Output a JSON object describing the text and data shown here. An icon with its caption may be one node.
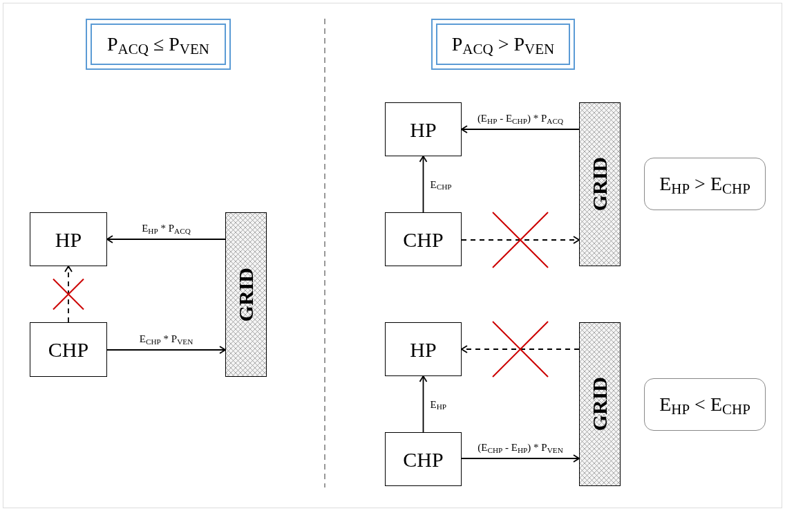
{
  "diagram": {
    "nodes": [
      {
        "text": [
          "P$_{ACQ}$ ≤ P$_{VEN}$"
        ]
      },
      {
        "text": [
          "HP"
        ]
      },
      {
        "text": [
          "CHP"
        ]
      },
      {
        "text": [
          "GRID"
        ]
      },
      {
        "text": [
          "P$_{ACQ}$ > P$_{VEN}$"
        ]
      },
      {
        "text": [
          "HP"
        ]
      },
      {
        "text": [
          "CHP"
        ]
      },
      {
        "text": [
          "GRID"
        ]
      },
      {
        "text": [
          "E$_{HP}$ > E$_{CHP}$"
        ]
      },
      {
        "text": [
          "HP"
        ]
      },
      {
        "text": [
          "CHP"
        ]
      },
      {
        "text": [
          "GRID"
        ]
      },
      {
        "text": [
          "E$_{HP}$ < E$_{CHP}$"
        ]
      }
    ],
    "edges": [
      {
        "from": 3,
        "to": 1,
        "arrow": "to",
        "label": "E$_{HP}$ * P$_{ACQ}$"
      },
      {
        "from": 2,
        "to": 1,
        "arrow": "to",
        "style": "dashed"
      },
      {
        "from": 2,
        "to": 3,
        "arrow": "to",
        "label": "E$_{CHP}$ * P$_{VEN}$"
      },
      {
        "from": 7,
        "to": 5,
        "arrow": "to",
        "label": "(E$_{HP}$ - E$_{CHP}$) * P$_{ACQ}$"
      },
      {
        "from": 6,
        "to": 5,
        "arrow": "to",
        "label": "E$_{CHP}$"
      },
      {
        "from": 6,
        "to": 7,
        "arrow": "to",
        "style": "dashed"
      },
      {
        "from": 11,
        "to": 9,
        "arrow": "to",
        "style": "dashed"
      },
      {
        "from": 10,
        "to": 9,
        "arrow": "to",
        "label": "E$_{HP}$"
      },
      {
        "from": 10,
        "to": 11,
        "arrow": "to",
        "label": "(E$_{CHP}$ - E$_{HP}$) * P$_{VEN}$"
      }
    ]
  }
}
